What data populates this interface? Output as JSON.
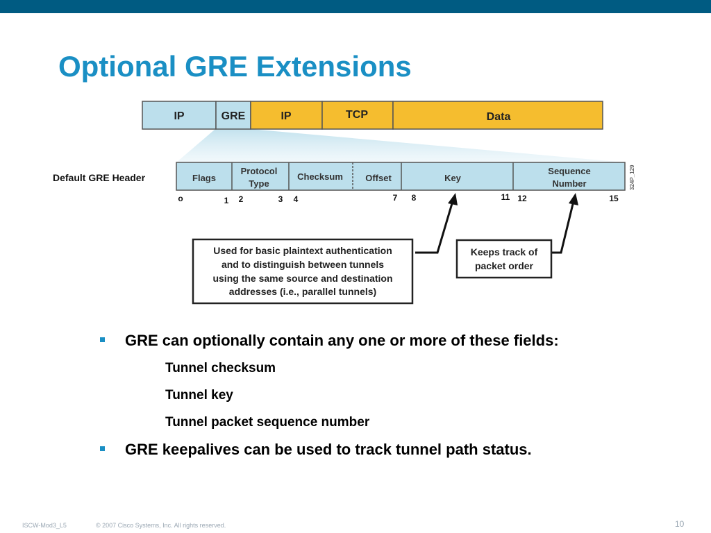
{
  "title": "Optional GRE Extensions",
  "packet": {
    "fields": [
      {
        "label": "IP",
        "color": "#bcdfec"
      },
      {
        "label": "GRE",
        "color": "#bcdfec"
      },
      {
        "label": "IP",
        "color": "#f5bd2f"
      },
      {
        "label": "TCP",
        "color": "#f5bd2f"
      },
      {
        "label": "Data",
        "color": "#f5bd2f"
      }
    ]
  },
  "header": {
    "label": "Default GRE Header",
    "fields": [
      {
        "line1": "Flags",
        "line2": ""
      },
      {
        "line1": "Protocol",
        "line2": "Type"
      },
      {
        "line1": "Checksum",
        "line2": ""
      },
      {
        "line1": "Offset",
        "line2": ""
      },
      {
        "line1": "Key",
        "line2": ""
      },
      {
        "line1": "Sequence",
        "line2": "Number"
      }
    ],
    "bit_labels": [
      "o",
      "1",
      "2",
      "3",
      "4",
      "7",
      "8",
      "11",
      "12",
      "15"
    ],
    "figure_id": "324P_129"
  },
  "callouts": {
    "key": [
      "Used for basic plaintext authentication",
      "and to distinguish between tunnels",
      "using the same source and destination",
      "addresses (i.e., parallel tunnels)"
    ],
    "sequence": [
      "Keeps track of",
      "packet order"
    ]
  },
  "bullets": [
    {
      "text": "GRE can optionally contain any one or more of these fields:",
      "sub": [
        "Tunnel checksum",
        "Tunnel key",
        "Tunnel packet sequence number"
      ]
    },
    {
      "text": "GRE keepalives can be used to track tunnel path status.",
      "sub": []
    }
  ],
  "footer": {
    "code": "ISCW-Mod3_L5",
    "copyright": "© 2007 Cisco Systems, Inc. All rights reserved.",
    "page": "10"
  },
  "colors": {
    "accent": "#1a8fc4",
    "top_bar": "#005b82",
    "header_fill": "#bcdfec"
  }
}
